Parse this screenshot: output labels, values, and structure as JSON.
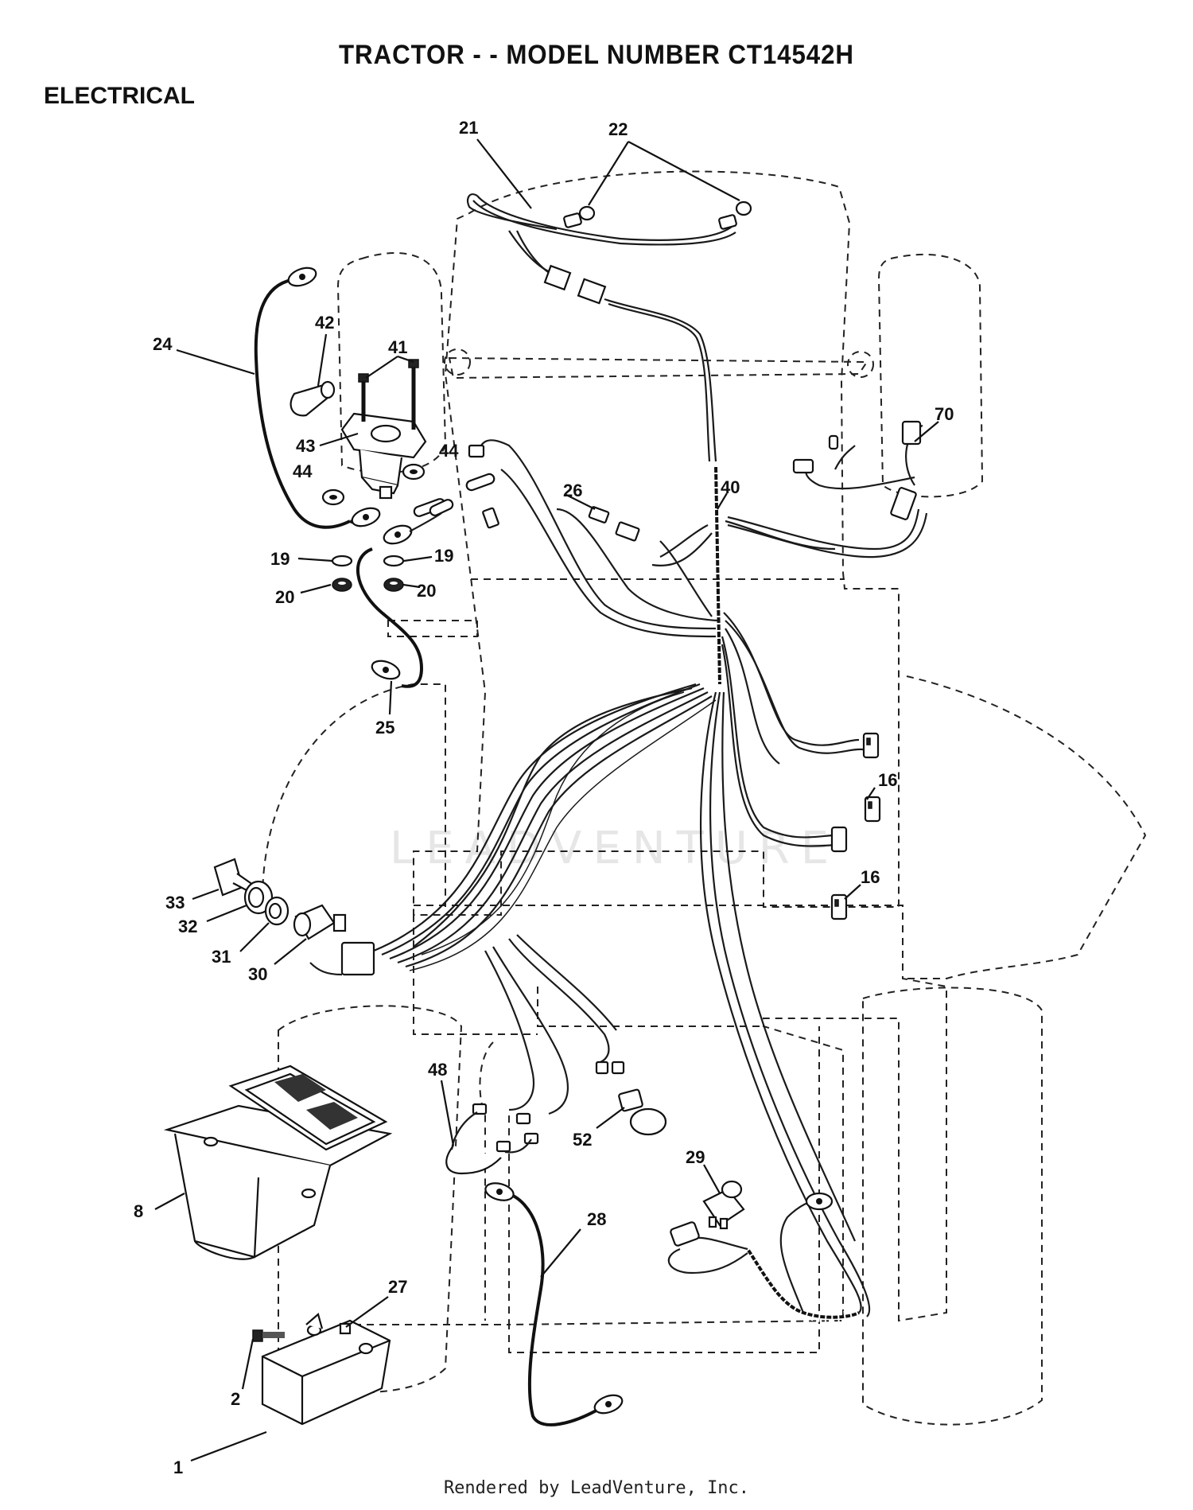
{
  "title": "TRACTOR - - MODEL NUMBER CT14542H",
  "section": "ELECTRICAL",
  "footer": "Rendered by LeadVenture, Inc.",
  "watermark": "LEADVENTURE",
  "callouts": [
    {
      "id": "c21",
      "text": "21"
    },
    {
      "id": "c22",
      "text": "22"
    },
    {
      "id": "c24",
      "text": "24"
    },
    {
      "id": "c42",
      "text": "42"
    },
    {
      "id": "c41",
      "text": "41"
    },
    {
      "id": "c43",
      "text": "43"
    },
    {
      "id": "c44a",
      "text": "44"
    },
    {
      "id": "c44b",
      "text": "44"
    },
    {
      "id": "c70",
      "text": "70"
    },
    {
      "id": "c26",
      "text": "26"
    },
    {
      "id": "c40",
      "text": "40"
    },
    {
      "id": "c19a",
      "text": "19"
    },
    {
      "id": "c19b",
      "text": "19"
    },
    {
      "id": "c20a",
      "text": "20"
    },
    {
      "id": "c20b",
      "text": "20"
    },
    {
      "id": "c25",
      "text": "25"
    },
    {
      "id": "c16a",
      "text": "16"
    },
    {
      "id": "c16b",
      "text": "16"
    },
    {
      "id": "c33",
      "text": "33"
    },
    {
      "id": "c32",
      "text": "32"
    },
    {
      "id": "c31",
      "text": "31"
    },
    {
      "id": "c30",
      "text": "30"
    },
    {
      "id": "c48",
      "text": "48"
    },
    {
      "id": "c52",
      "text": "52"
    },
    {
      "id": "c29",
      "text": "29"
    },
    {
      "id": "c8",
      "text": "8"
    },
    {
      "id": "c28",
      "text": "28"
    },
    {
      "id": "c27",
      "text": "27"
    },
    {
      "id": "c2",
      "text": "2"
    },
    {
      "id": "c1",
      "text": "1"
    }
  ]
}
